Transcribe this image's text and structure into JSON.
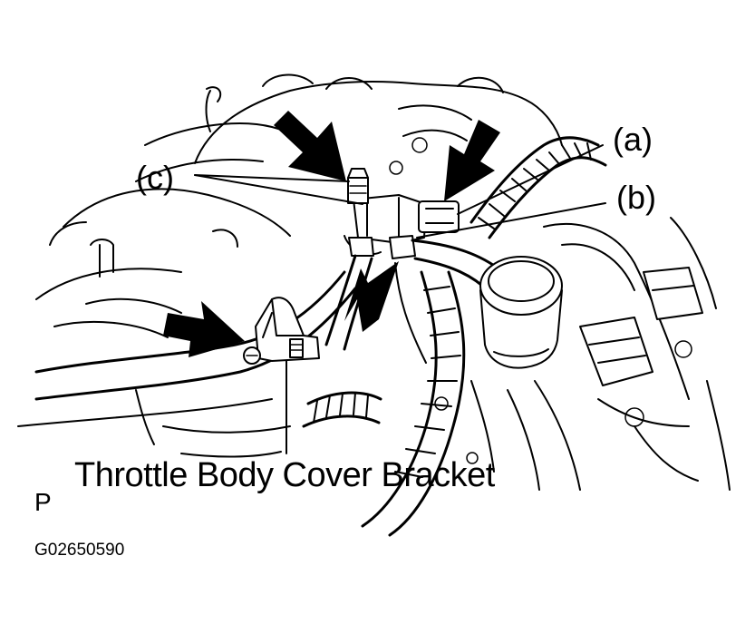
{
  "figure": {
    "callouts": {
      "a": "(a)",
      "b": "(b)",
      "c": "(c)"
    },
    "part_label": "Throttle Body Cover Bracket",
    "view_letter": "P",
    "figure_code": "G02650590"
  }
}
